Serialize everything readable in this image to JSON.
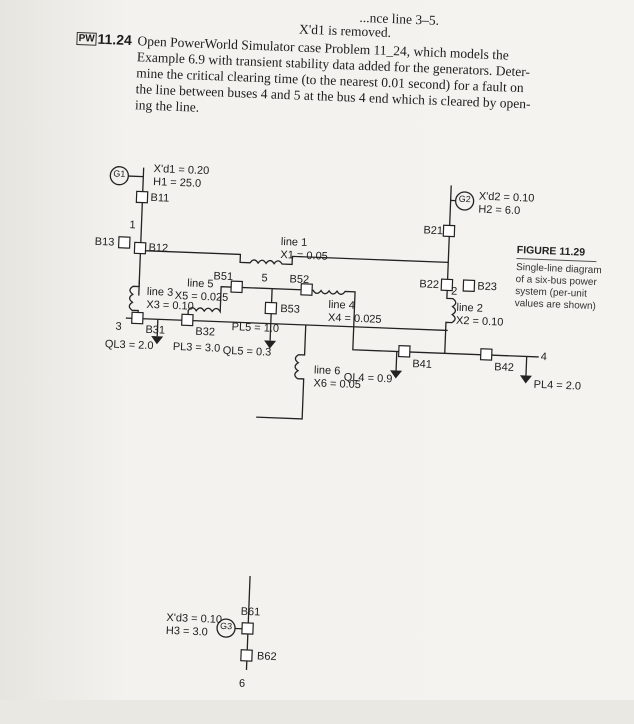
{
  "problem": {
    "top_fragment": "...nce line 3–5.",
    "removed_fragment": "X'd1 is removed.",
    "number": "11.24",
    "lines": [
      "Open PowerWorld Simulator case Problem 11_24, which models the",
      "Example 6.9 with transient stability data added for the generators. Deter-",
      "mine the critical clearing time (to the nearest 0.01 second) for a fault on",
      "the line between buses 4 and 5 at the bus 4 end which is cleared by open-",
      "ing the line."
    ]
  },
  "figure": {
    "title": "FIGURE 11.29",
    "caption": [
      "Single-line diagram",
      "of a six-bus power",
      "system (per-unit",
      "values are shown)"
    ]
  },
  "diagram": {
    "buses": [
      "1",
      "2",
      "3",
      "4",
      "5",
      "6"
    ],
    "breakers": [
      "B11",
      "B12",
      "B13",
      "B21",
      "B22",
      "B23",
      "B31",
      "B32",
      "B41",
      "B42",
      "B51",
      "B52",
      "B53",
      "B61",
      "B62"
    ],
    "gen1": {
      "name": "G1",
      "xd": "X'd1 = 0.20",
      "h": "H1 = 25.0"
    },
    "gen2": {
      "name": "G2",
      "xd": "X'd2 = 0.10",
      "h": "H2 = 6.0"
    },
    "gen3": {
      "name": "G3",
      "xd": "X'd3 = 0.10",
      "h": "H3 = 3.0"
    },
    "lines": {
      "line1": [
        "line 1",
        "X1 = 0.05"
      ],
      "line2": [
        "line 2",
        "X2 = 0.10"
      ],
      "line3": [
        "line 3",
        "X3 = 0.10"
      ],
      "line4": [
        "line 4",
        "X4 = 0.025"
      ],
      "line5": [
        "line 5",
        "X5 = 0.025"
      ],
      "line6": [
        "line 6",
        "X6 = 0.05"
      ]
    },
    "loads": {
      "p5": "PL5 = 1.0",
      "q5": "QL5 = 0.3",
      "p3": "PL3 = 3.0",
      "q3": "QL3 = 2.0",
      "p4": "PL4 = 2.0",
      "q4": "QL4 = 0.9"
    }
  }
}
